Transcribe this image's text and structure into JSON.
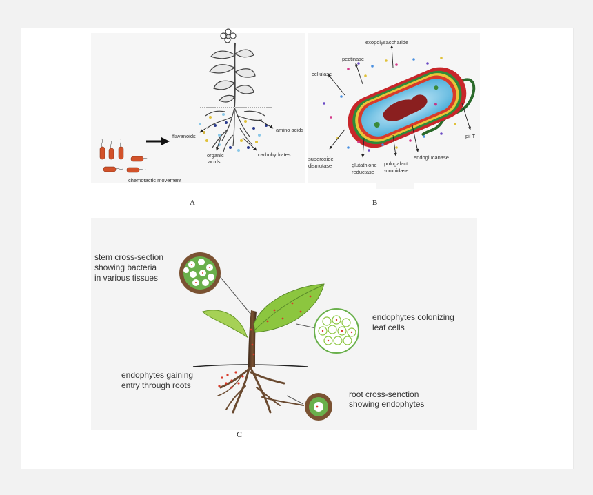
{
  "panels": {
    "a": {
      "caption": "A",
      "labels": {
        "flavanoids": "flavanoids",
        "amino_acids": "amino acids",
        "organic_1": "organic",
        "organic_2": "acids",
        "carbohydrates": "carbohydrates",
        "chemotactic": "chemotactic movement"
      }
    },
    "b": {
      "caption": "B",
      "labels": {
        "exopolysaccharide": "exopolysaccharide",
        "pectinase": "pectinase",
        "cellulase": "cellulase",
        "pil": "pil T",
        "superoxide_1": "superoxide",
        "superoxide_2": "dismutase",
        "glutathione_1": "glutathione",
        "glutathione_2": "reductase",
        "polugalact_1": "polugalact",
        "polugalact_2": "-orunidase",
        "endoglucanase": "endoglucanase"
      }
    },
    "c": {
      "caption": "C",
      "labels": {
        "stem_1": "stem cross-section",
        "stem_2": "showing bacteria",
        "stem_3": "in various tissues",
        "leaf_1": "endophytes colonizing",
        "leaf_2": "leaf cells",
        "roots_1": "endophytes gaining",
        "roots_2": "entry through roots",
        "rootcs_1": "root cross-senction",
        "rootcs_2": "showing endophytes"
      }
    }
  },
  "colors": {
    "bacteria": "#d2522a",
    "stem": "#5a3a24",
    "leaf": "#8cc63f",
    "cell_wall_red": "#c8262a",
    "cytoplasm": "#8fd0ec"
  }
}
